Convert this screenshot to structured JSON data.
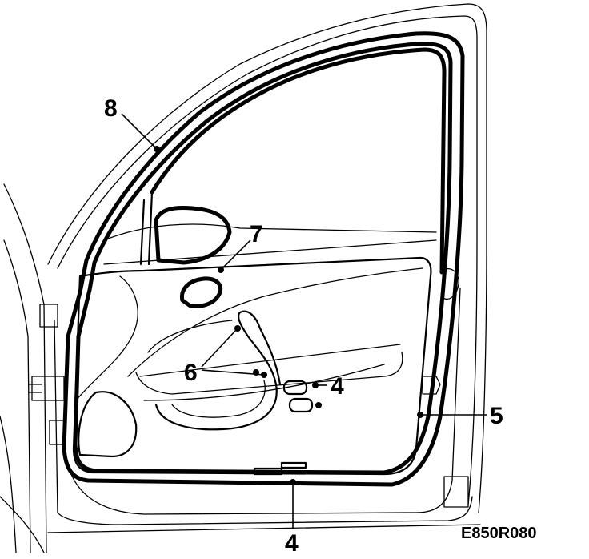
{
  "figure": {
    "reference_code": "E850R080"
  },
  "callouts": [
    {
      "id": "8",
      "label": "8"
    },
    {
      "id": "7",
      "label": "7"
    },
    {
      "id": "6",
      "label": "6"
    },
    {
      "id": "4a",
      "label": "4"
    },
    {
      "id": "5",
      "label": "5"
    },
    {
      "id": "4b",
      "label": "4"
    }
  ],
  "colors": {
    "line": "#000000",
    "background": "#ffffff"
  }
}
